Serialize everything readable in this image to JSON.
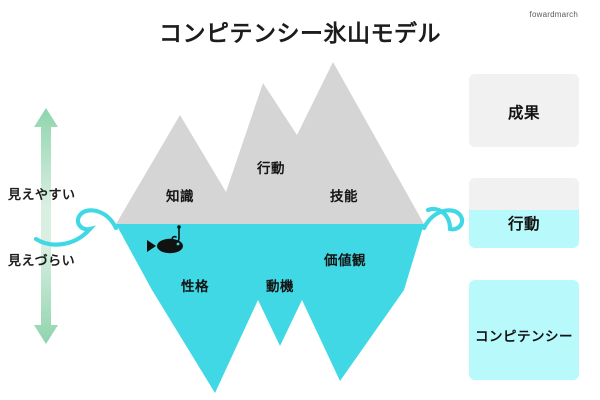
{
  "header": {
    "title": "コンピテンシー氷山モデル",
    "brand": "fowardmarch"
  },
  "axis": {
    "arrow_icon": "double-headed-vertical-arrow-icon",
    "arrow_color": "#8fd4ae",
    "top_label": "見えやすい",
    "bottom_label": "見えづらい"
  },
  "iceberg": {
    "above_water_color": "#d5d5d5",
    "below_water_color": "#40d8e4",
    "waterline_curl_color": "#40d8e4",
    "fish_icon": "fish-icon",
    "hook_icon": "fishing-hook-icon",
    "above_water_labels": [
      {
        "text": "知識"
      },
      {
        "text": "行動"
      },
      {
        "text": "技能"
      }
    ],
    "below_water_labels": [
      {
        "text": "価値観"
      },
      {
        "text": "性格"
      },
      {
        "text": "動機"
      }
    ]
  },
  "cards": [
    {
      "label": "成果",
      "fill": "#f1f1f1"
    },
    {
      "label": "行動",
      "fill": "#f1f1f1 / #b8fafb"
    },
    {
      "label": "コンピテンシー",
      "fill": "#b8fafb"
    }
  ]
}
